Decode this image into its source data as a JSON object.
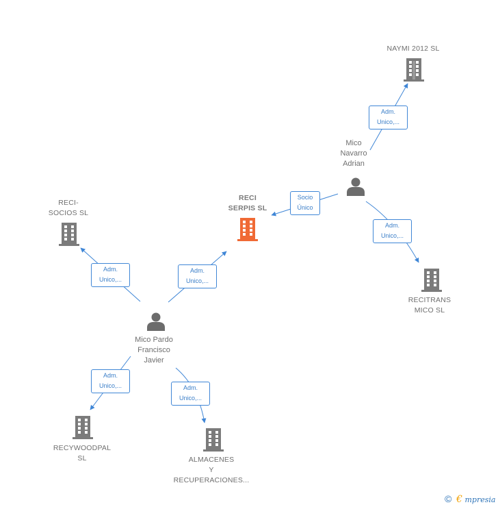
{
  "colors": {
    "edge": "#3f86d6",
    "company_icon": "#7b7b7b",
    "main_company_icon": "#f06a35",
    "person_icon": "#6c6c6c",
    "label_text": "#6f6f6f"
  },
  "companies": {
    "naymi": {
      "lines": [
        "NAYMI 2012 SL"
      ]
    },
    "reci_serpis": {
      "lines": [
        "RECI",
        "SERPIS  SL"
      ]
    },
    "reci_socios": {
      "lines": [
        "RECI-",
        "SOCIOS  SL"
      ]
    },
    "recitrans": {
      "lines": [
        "RECITRANS",
        "MICO  SL"
      ]
    },
    "recywoodpal": {
      "lines": [
        "RECYWOODPAL",
        "SL"
      ]
    },
    "almacenes": {
      "lines": [
        "ALMACENES",
        "Y",
        "RECUPERACIONES..."
      ]
    }
  },
  "persons": {
    "mico_navarro": {
      "lines": [
        "Mico",
        "Navarro",
        "Adrian"
      ]
    },
    "mico_pardo": {
      "lines": [
        "Mico Pardo",
        "Francisco",
        "Javier"
      ]
    }
  },
  "edges": {
    "navarro_naymi": {
      "lines": [
        "Adm.",
        "Unico,..."
      ]
    },
    "navarro_reci_serpis": {
      "lines": [
        "Socio",
        "Único"
      ]
    },
    "navarro_recitrans": {
      "lines": [
        "Adm.",
        "Unico,..."
      ]
    },
    "pardo_reci_socios": {
      "lines": [
        "Adm.",
        "Unico,..."
      ]
    },
    "pardo_reci_serpis": {
      "lines": [
        "Adm.",
        "Unico,..."
      ]
    },
    "pardo_recywoodpal": {
      "lines": [
        "Adm.",
        "Unico,..."
      ]
    },
    "pardo_almacenes": {
      "lines": [
        "Adm.",
        "Unico,..."
      ]
    }
  },
  "footer": {
    "copyright": "©",
    "brand_initial": "€",
    "brand_rest": "mpresia"
  }
}
